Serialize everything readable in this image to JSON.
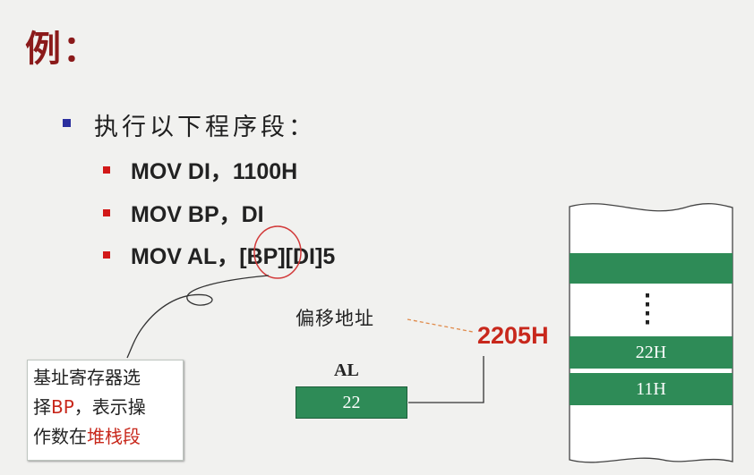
{
  "title": "例：",
  "main_item": "执行以下程序段：",
  "code": [
    "MOV DI，1100H",
    "MOV BP，DI",
    "MOV  AL，[BP][DI]5"
  ],
  "note": {
    "line1": "基址寄存器选",
    "line2_a": "择",
    "line2_red": "BP",
    "line2_b": "，表示操",
    "line3_a": "作数在",
    "line3_red": "堆栈段"
  },
  "diagram": {
    "offset_label": "偏移地址",
    "address": "2205H",
    "register_label": "AL",
    "register_value": "22",
    "memory": [
      "22H",
      "11H"
    ]
  },
  "colors": {
    "title": "#8b1a1a",
    "accent_red": "#c8281c",
    "cell_green": "#2e8b57",
    "bullet_blue": "#2b2f9e"
  }
}
